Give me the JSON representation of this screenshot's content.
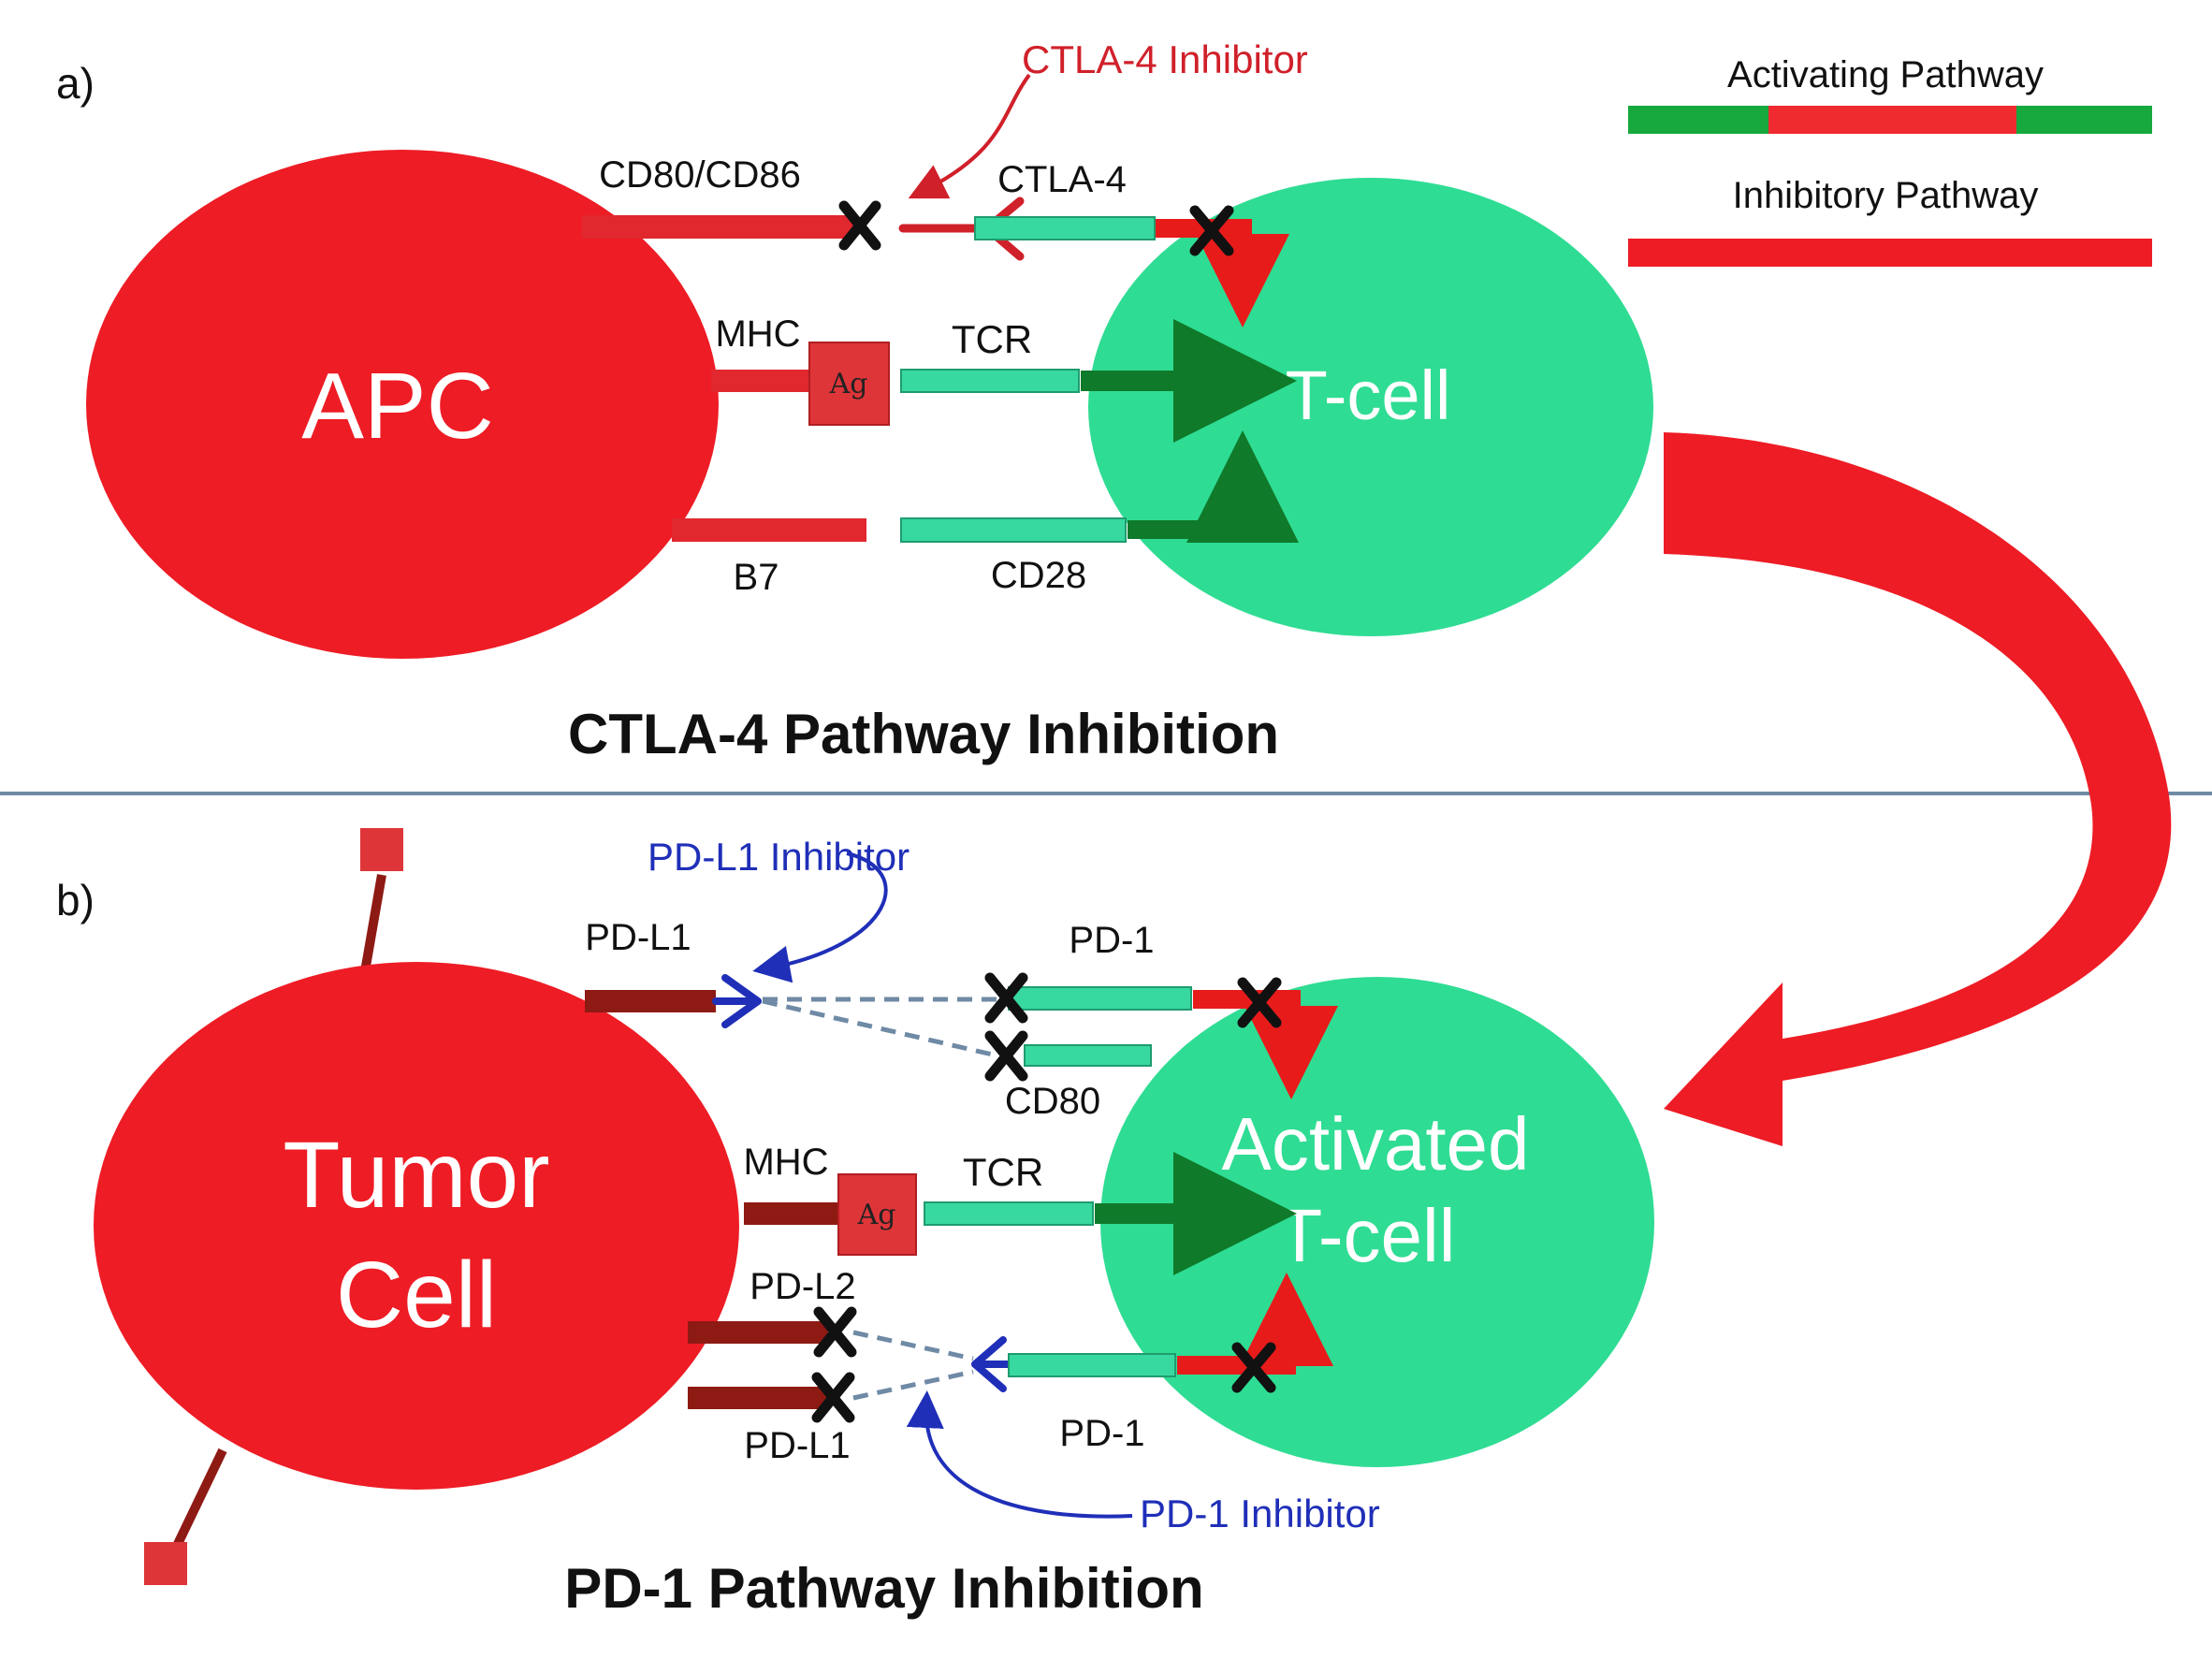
{
  "colors": {
    "tumor_red": "#ee1c25",
    "tcell_green": "#2fdc93",
    "inhibitor_red": "#d0202a",
    "inhibitor_blue": "#1f2fb8",
    "activating_green": "#0f7a2a",
    "inhibit_arrow_red": "#e81b1b",
    "receptor_teal": "#38d9a0",
    "ligand_darkred": "#8e1a14",
    "divider": "#6f8aa5"
  },
  "legend": {
    "activating_label": "Activating Pathway",
    "inhibitory_label": "Inhibitory Pathway"
  },
  "panel_a": {
    "panel_label": "a)",
    "apc_label": "APC",
    "tcell_label": "T-cell",
    "inhibitor_label": "CTLA-4 Inhibitor",
    "cd80_cd86_label": "CD80/CD86",
    "ctla4_label": "CTLA-4",
    "mhc_label": "MHC",
    "ag_label": "Ag",
    "tcr_label": "TCR",
    "b7_label": "B7",
    "cd28_label": "CD28",
    "title": "CTLA-4 Pathway Inhibition"
  },
  "panel_b": {
    "panel_label": "b)",
    "tumor_line1": "Tumor",
    "tumor_line2": "Cell",
    "tcell_line1": "Activated",
    "tcell_line2": "T-cell",
    "pdl1_inhibitor_label": "PD-L1 Inhibitor",
    "pdl1_top_label": "PD-L1",
    "pd1_top_label": "PD-1",
    "cd80_label": "CD80",
    "mhc_label": "MHC",
    "ag_label": "Ag",
    "tcr_label": "TCR",
    "pdl2_label": "PD-L2",
    "pdl1_bottom_label": "PD-L1",
    "pd1_bottom_label": "PD-1",
    "pd1_inhibitor_label": "PD-1 Inhibitor",
    "title": "PD-1 Pathway Inhibition"
  }
}
